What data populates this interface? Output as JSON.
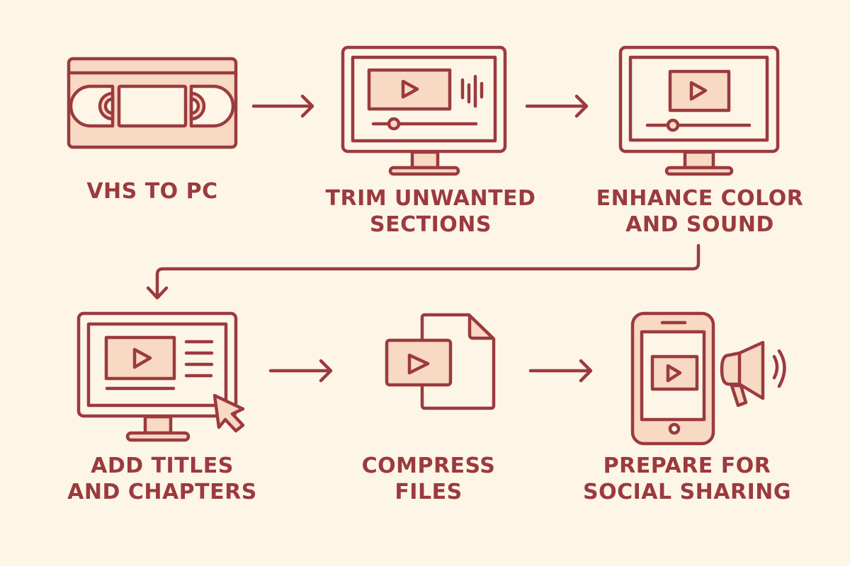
{
  "diagram": {
    "colors": {
      "background": "#FDF6E7",
      "stroke": "#9B3A3F",
      "fill": "#F8D9C3"
    },
    "steps": [
      {
        "id": "vhs-to-pc",
        "icon": "vhs-cassette-icon",
        "lines": [
          "VHS TO PC"
        ]
      },
      {
        "id": "trim",
        "icon": "monitor-video-audio-icon",
        "lines": [
          "TRIM UNWANTED",
          "SECTIONS"
        ]
      },
      {
        "id": "enhance",
        "icon": "monitor-video-player-icon",
        "lines": [
          "ENHANCE COLOR",
          "AND SOUND"
        ]
      },
      {
        "id": "titles",
        "icon": "monitor-titles-cursor-icon",
        "lines": [
          "ADD TITLES",
          "AND CHAPTERS"
        ]
      },
      {
        "id": "compress",
        "icon": "video-file-icon",
        "lines": [
          "COMPRESS",
          "FILES"
        ]
      },
      {
        "id": "social",
        "icon": "phone-megaphone-icon",
        "lines": [
          "PREPARE FOR",
          "SOCIAL SHARING"
        ]
      }
    ],
    "connectors": [
      {
        "from": "vhs-to-pc",
        "to": "trim",
        "type": "right-arrow"
      },
      {
        "from": "trim",
        "to": "enhance",
        "type": "right-arrow"
      },
      {
        "from": "enhance",
        "to": "titles",
        "type": "elbow-arrow"
      },
      {
        "from": "titles",
        "to": "compress",
        "type": "right-arrow"
      },
      {
        "from": "compress",
        "to": "social",
        "type": "right-arrow"
      }
    ]
  }
}
